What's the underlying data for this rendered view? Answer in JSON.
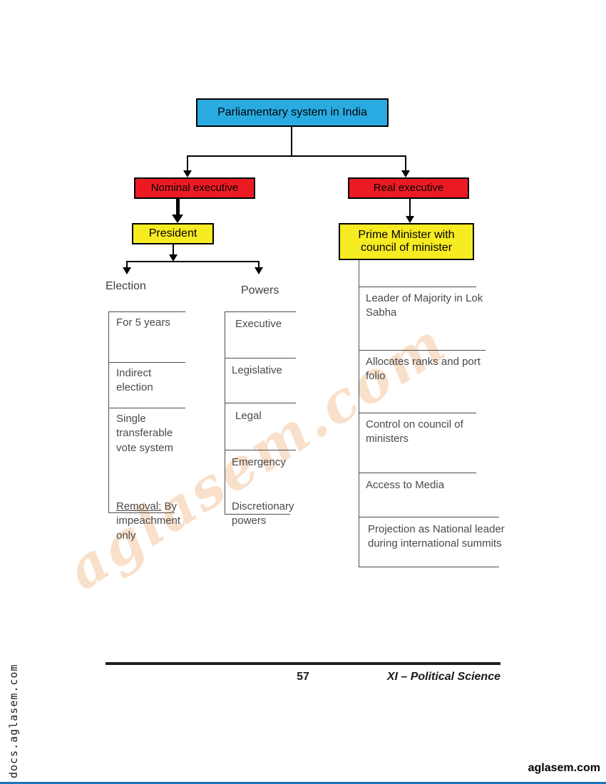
{
  "colors": {
    "root_box": "#29ABE2",
    "branch_box": "#EC1B23",
    "role_box": "#F7EB22",
    "bottom_bar": "#1B75BB"
  },
  "diagram": {
    "root_label": "Parliamentary system in India",
    "nominal_label": "Nominal executive",
    "real_label": "Real executive",
    "president_label": "President",
    "pm_label": "Prime Minister with council of minister",
    "election": {
      "heading": "Election",
      "items": [
        "For 5 years",
        "Indirect election",
        "Single transferable vote system"
      ],
      "removal_head": "Removal:",
      "removal_rest": " By impeachment only"
    },
    "powers": {
      "heading": "Powers",
      "items": [
        "Executive",
        "Legislative",
        "Legal",
        "Emergency",
        "Discretionary powers"
      ]
    },
    "pm_points": [
      "Leader of Majority in Lok Sabha",
      "Allocates ranks and port folio",
      "Control on council of ministers",
      "Access to Media",
      "Projection as National leader during international summits"
    ]
  },
  "footer": {
    "page_number": "57",
    "subject": "XI – Political Science"
  },
  "watermarks": {
    "side_vertical": "docs.aglasem.com",
    "center_diagonal": "aglasem.com",
    "bottom_brand": "aglasem.com"
  }
}
